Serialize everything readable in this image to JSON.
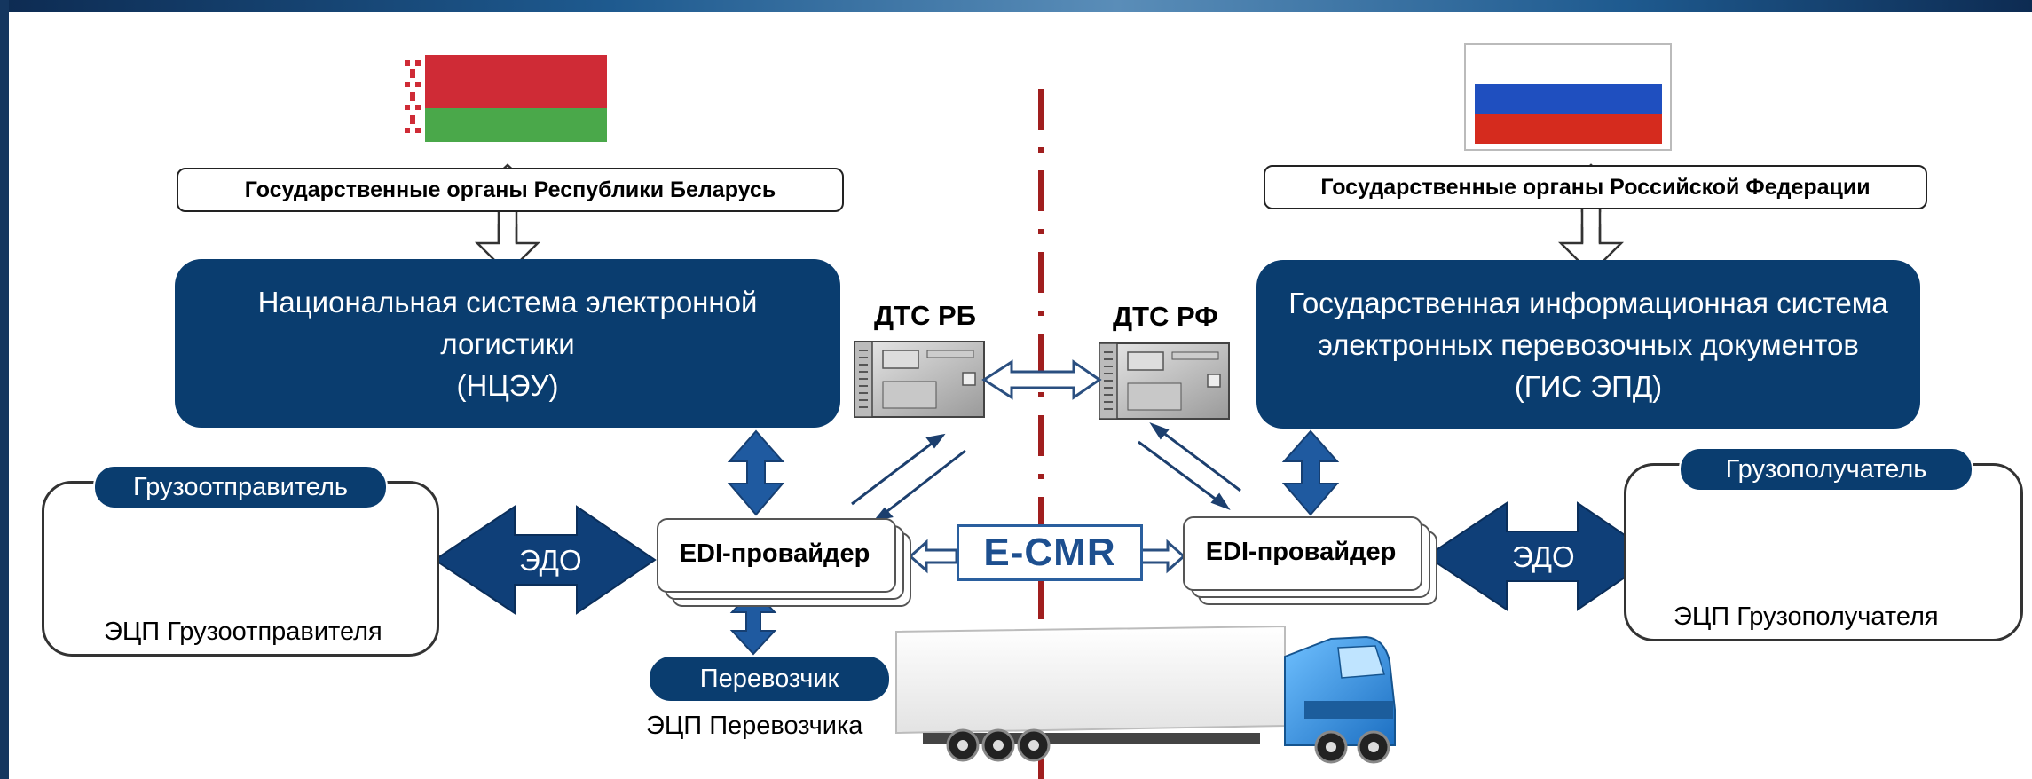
{
  "diagram": {
    "belarus_gov": "Государственные органы Республики Беларусь",
    "russia_gov": "Государственные органы Российской Федерации",
    "belarus_system": {
      "line1": "Национальная система электронной",
      "line2": "логистики",
      "line3": "(НЦЭУ)"
    },
    "russia_system": {
      "line1": "Государственная информационная система",
      "line2": "электронных перевозочных документов",
      "line3": "(ГИС ЭПД)"
    },
    "dts_rb": "ДТС РБ",
    "dts_rf": "ДТС РФ",
    "edi_left": "EDI-провайдер",
    "edi_right": "EDI-провайдер",
    "ecmr": "E-CMR",
    "edo_left": "ЭДО",
    "edo_right": "ЭДО",
    "shipper_pill": "Грузоотправитель",
    "shipper_sig": "ЭЦП Грузоотправителя",
    "consignee_pill": "Грузополучатель",
    "consignee_sig": "ЭЦП Грузополучателя",
    "carrier_pill": "Перевозчик",
    "carrier_sig": "ЭЦП Перевозчика"
  },
  "colors": {
    "navy": "#0a3d6f",
    "arrow_blue": "#1f5aa0",
    "border_line": "#a01e1e",
    "belarus_red": "#cf2b36",
    "belarus_green": "#4aa84a",
    "russia_blue": "#1f4fbf",
    "russia_red": "#d52b1e",
    "truck_blue": "#3a8fd8"
  },
  "icons": [
    "belarus-flag-icon",
    "russia-flag-icon",
    "server-icon",
    "user-at-laptop-icon",
    "truck-icon"
  ]
}
